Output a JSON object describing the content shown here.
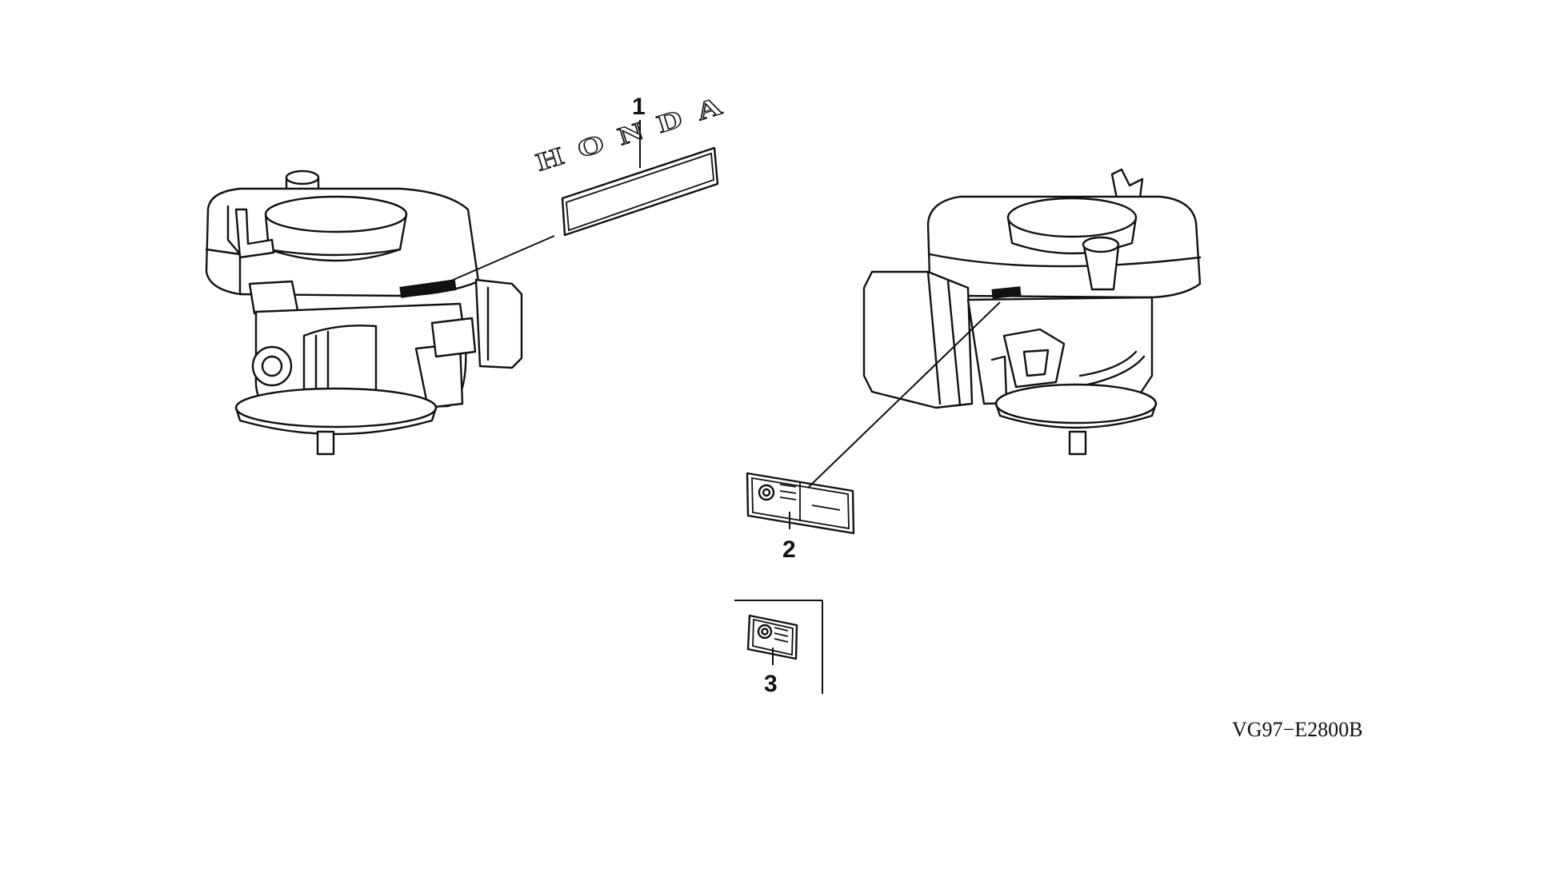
{
  "callouts": {
    "part_1": "1",
    "part_2": "2",
    "part_3": "3"
  },
  "emblem": {
    "text": "HONDA"
  },
  "diagram_code": "VG97−E2800B",
  "colors": {
    "line": "#111111",
    "background": "#ffffff"
  }
}
